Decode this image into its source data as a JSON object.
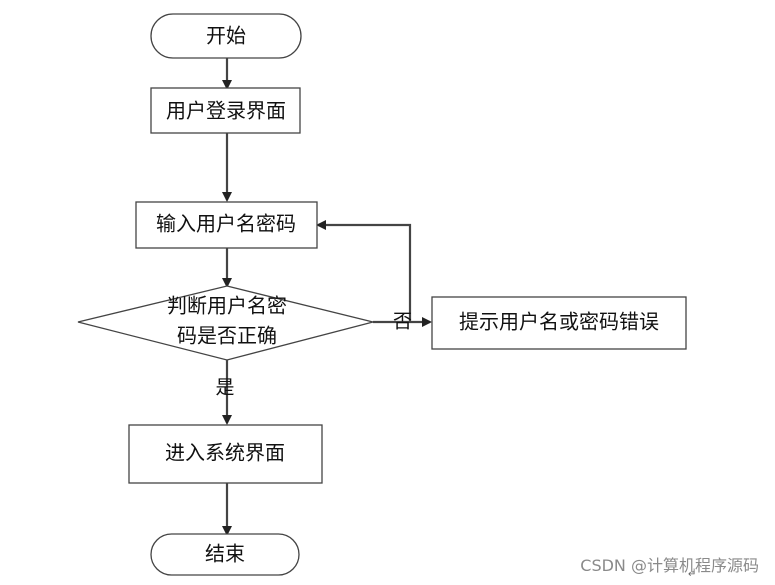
{
  "nodes": {
    "start": "开始",
    "login_page": "用户登录界面",
    "input_credentials": "输入用户名密码",
    "decision_line1": "判断用户名密",
    "decision_line2": "码是否正确",
    "error_prompt": "提示用户名或密码错误",
    "enter_system": "进入系统界面",
    "end": "结束"
  },
  "labels": {
    "no": "否",
    "yes": "是"
  },
  "watermark": "CSDN @计算机程序源码",
  "return_mark": "↵"
}
